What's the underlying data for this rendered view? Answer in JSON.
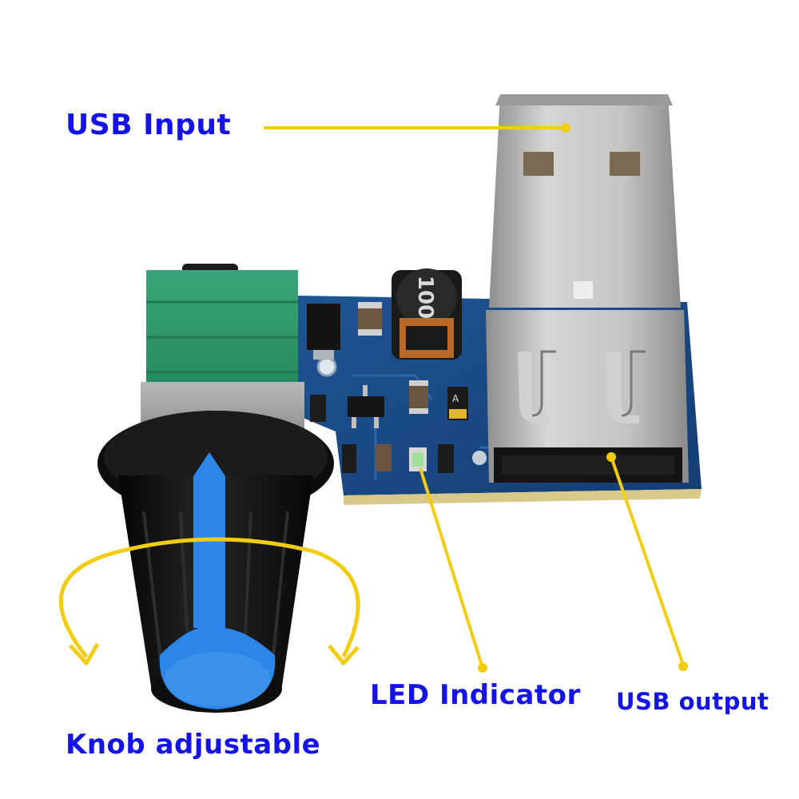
{
  "colors": {
    "label_text": "#1414e6",
    "callout_line": "#f2cc13",
    "pcb": "#1a4a86",
    "usb_metal": "#bfbfbf",
    "knob_body": "#111111",
    "knob_indicator": "#2b86e8",
    "potentiometer": "#2e9a6e",
    "inductor_text": "#d9d9d9"
  },
  "labels": {
    "usb_input": "USB Input",
    "led_indicator": "LED Indicator",
    "usb_output": "USB output",
    "knob_adjustable": "Knob adjustable"
  },
  "component_markings": {
    "inductor": "100",
    "capacitor": "A"
  }
}
